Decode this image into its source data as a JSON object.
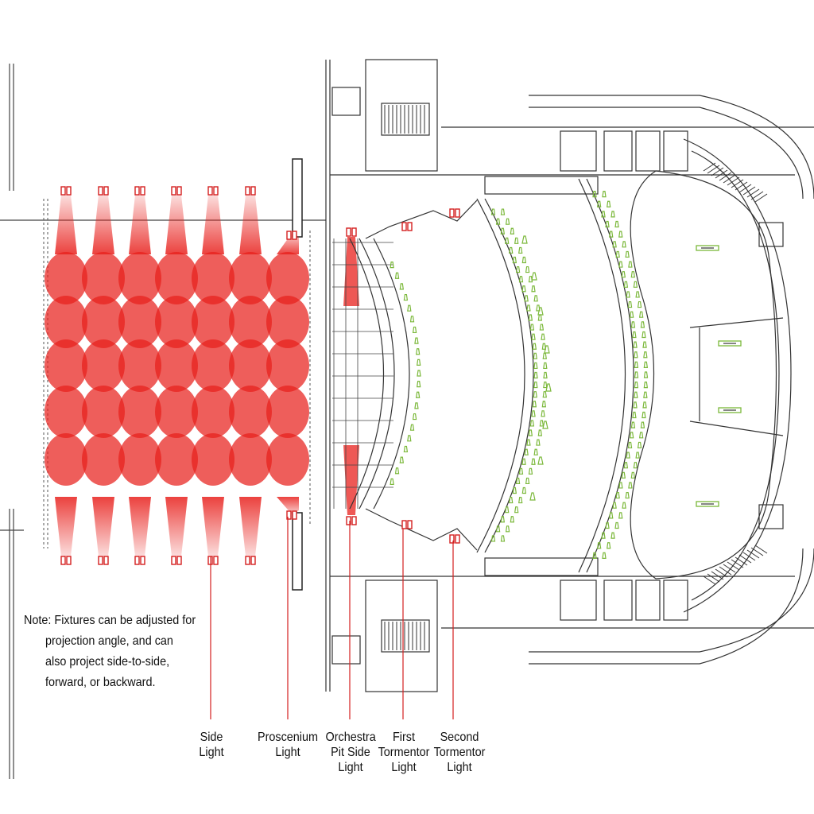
{
  "note": {
    "lines": [
      "Note: Fixtures can be adjusted for",
      "projection angle, and can",
      "also project side-to-side,",
      "forward, or backward."
    ]
  },
  "labels": {
    "side_light": [
      "Side",
      "Light"
    ],
    "proscenium_light": [
      "Proscenium",
      "Light"
    ],
    "orchestra_pit_side_light": [
      "Orchestra",
      "Pit Side",
      "Light"
    ],
    "first_tormentor_light": [
      "First",
      "Tormentor",
      "Light"
    ],
    "second_tormentor_light": [
      "Second",
      "Tormentor",
      "Light"
    ]
  },
  "colors": {
    "beam": "#e8201c",
    "fixture": "#d42020",
    "seat": "#7bb83a",
    "line": "#333333"
  }
}
